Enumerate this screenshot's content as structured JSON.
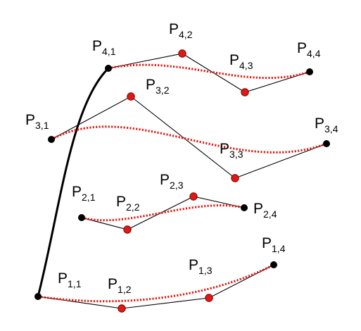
{
  "diagram": {
    "colors": {
      "background": "#ffffff",
      "control_polygon": "#000000",
      "bezier_curve": "#e01a12",
      "end_point": "#000000",
      "inner_point": "#e01a12",
      "point_outline": "#7a0000",
      "boundary_curve": "#000000"
    },
    "point_letter": "P",
    "rows": [
      {
        "row": "1",
        "points": [
          {
            "id": "p1-1",
            "sub": "1,1"
          },
          {
            "id": "p1-2",
            "sub": "1,2"
          },
          {
            "id": "p1-3",
            "sub": "1,3"
          },
          {
            "id": "p1-4",
            "sub": "1,4"
          }
        ]
      },
      {
        "row": "2",
        "points": [
          {
            "id": "p2-1",
            "sub": "2,1"
          },
          {
            "id": "p2-2",
            "sub": "2,2"
          },
          {
            "id": "p2-3",
            "sub": "2,3"
          },
          {
            "id": "p2-4",
            "sub": "2,4"
          }
        ]
      },
      {
        "row": "3",
        "points": [
          {
            "id": "p3-1",
            "sub": "3,1"
          },
          {
            "id": "p3-2",
            "sub": "3,2"
          },
          {
            "id": "p3-3",
            "sub": "3,3"
          },
          {
            "id": "p3-4",
            "sub": "3,4"
          }
        ]
      },
      {
        "row": "4",
        "points": [
          {
            "id": "p4-1",
            "sub": "4,1"
          },
          {
            "id": "p4-2",
            "sub": "4,2"
          },
          {
            "id": "p4-3",
            "sub": "4,3"
          },
          {
            "id": "p4-4",
            "sub": "4,4"
          }
        ]
      }
    ]
  }
}
